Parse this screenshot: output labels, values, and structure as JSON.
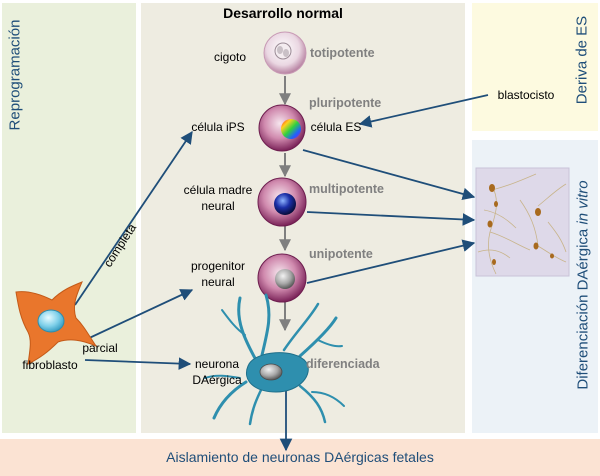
{
  "panels": {
    "reprogramming": "Reprogramación",
    "normal_development": "Desarrollo normal",
    "es_derivation": "Deriva de ES",
    "in_vitro_diff_prefix": "Diferenciación  DAérgica ",
    "in_vitro_diff_em": "in vitro",
    "fetal_isolation": "Aislamiento de neuronas DAérgicas fetales"
  },
  "cells": {
    "zygote": "cigoto",
    "ips": "célula iPS",
    "es": "célula ES",
    "neural_stem_line1": "célula madre",
    "neural_stem_line2": "neural",
    "progenitor_line1": "progenitor",
    "progenitor_line2": "neural",
    "neuron_line1": "neurona",
    "neuron_line2": "DAérgica",
    "fibroblast": "fibroblasto",
    "blastocyst": "blastocisto"
  },
  "potency": {
    "totipotent": "totipotente",
    "pluripotent": "pluripotente",
    "multipotent": "multipotente",
    "unipotent": "unipotente",
    "differentiated": "diferenciada"
  },
  "arrows": {
    "complete": "completa",
    "partial": "parcial"
  },
  "colors": {
    "reprogramming_panel": "#eaf0dc",
    "development_panel": "#eeece1",
    "es_panel": "#fdfae0",
    "in_vitro_panel": "#ecf2f7",
    "fetal_panel": "#fbe3d3",
    "label_blue": "#1f4e79",
    "arrow_blue": "#1f4e79",
    "potency_gray": "#808080",
    "cell_purple": "#8b2c66",
    "neuron_teal": "#2e8fae",
    "fibroblast_orange": "#e9762c"
  }
}
